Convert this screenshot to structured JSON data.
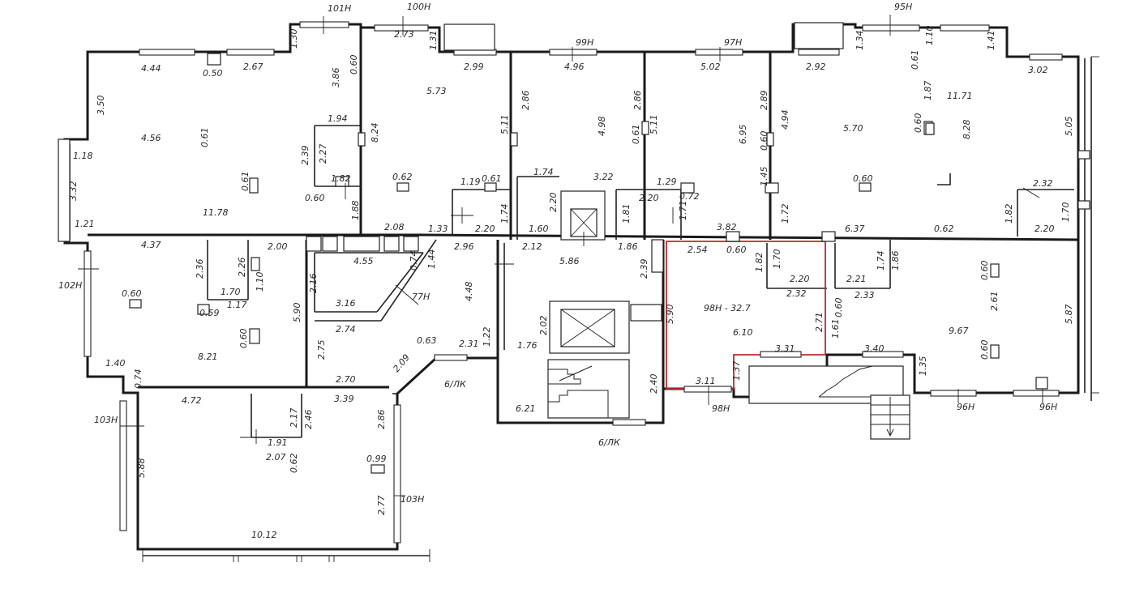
{
  "plan": {
    "highlight_color": "#c8262a",
    "unit_labels": {
      "u101": "101Н",
      "u100": "100Н",
      "u99": "99Н",
      "u97": "97Н",
      "u95": "95Н",
      "u102": "102Н",
      "u77": "77Н",
      "u103a": "103Н",
      "u103b": "103Н",
      "u98": "98Н",
      "u96a": "96Н",
      "u96b": "96Н",
      "lk1": "6/ЛК",
      "lk2": "6/ЛК"
    },
    "highlight_label": "98Н - 32.7",
    "dims": {
      "d001": "4.44",
      "d002": "0.50",
      "d003": "2.67",
      "d004": "1.30",
      "d005": "3.86",
      "d006": "0.60",
      "d007": "3.50",
      "d008": "4.56",
      "d009": "0.61",
      "d010": "1.18",
      "d011": "3.32",
      "d012": "1.21",
      "d013": "1.94",
      "d014": "2.39",
      "d015": "2.27",
      "d016": "1.82",
      "d017": "0.60",
      "d018": "0.61",
      "d019": "11.78",
      "d020": "1.88",
      "d021": "2.73",
      "d022": "1.31",
      "d023": "2.99",
      "d024": "5.73",
      "d025": "8.24",
      "d026": "5.11",
      "d027": "0.62",
      "d028": "1.19",
      "d029": "0.61",
      "d030": "1.74",
      "d031": "2.20",
      "d032": "1.33",
      "d033": "2.08",
      "d034": "4.96",
      "d035": "2.86",
      "d036": "4.98",
      "d037": "2.86",
      "d038": "0.61",
      "d039": "1.74",
      "d040": "3.22",
      "d041": "2.20",
      "d042": "1.60",
      "d043": "5.02",
      "d044": "5.11",
      "d045": "6.95",
      "d046": "2.89",
      "d047": "0.60",
      "d048": "1.45",
      "d049": "1.29",
      "d050": "0.72",
      "d051": "1.81",
      "d052": "2.20",
      "d053": "1.71",
      "d054": "3.82",
      "d055": "2.92",
      "d056": "1.34",
      "d057": "0.61",
      "d058": "1.10",
      "d059": "1.41",
      "d060": "3.02",
      "d061": "1.87",
      "d062": "11.71",
      "d063": "4.94",
      "d064": "5.70",
      "d065": "0.60",
      "d066": "8.28",
      "d067": "5.05",
      "d068": "0.60",
      "d069": "1.72",
      "d070": "2.32",
      "d071": "1.82",
      "d072": "1.70",
      "d073": "6.37",
      "d074": "0.62",
      "d075": "2.20",
      "d076": "4.37",
      "d077": "2.00",
      "d078": "2.36",
      "d079": "2.26",
      "d080": "1.10",
      "d081": "0.60",
      "d082": "1.70",
      "d083": "0.59",
      "d084": "1.17",
      "d085": "5.90",
      "d086": "0.60",
      "d087": "1.40",
      "d088": "8.21",
      "d089": "0.74",
      "d090": "4.55",
      "d091": "0.74",
      "d092": "1.44",
      "d093": "2.16",
      "d094": "3.16",
      "d095": "2.74",
      "d096": "2.75",
      "d097": "2.70",
      "d098": "2.09",
      "d099": "0.63",
      "d100": "2.31",
      "d101": "2.96",
      "d102": "4.48",
      "d103": "1.22",
      "d104": "2.12",
      "d105": "1.86",
      "d106": "5.86",
      "d107": "2.39",
      "d108": "2.02",
      "d109": "1.76",
      "d110": "6.21",
      "d111": "2.40",
      "d112": "2.54",
      "d113": "0.60",
      "d114": "1.82",
      "d115": "1.70",
      "d116": "2.20",
      "d117": "2.32",
      "d118": "5.90",
      "d119": "6.10",
      "d120": "2.71",
      "d121": "3.31",
      "d122": "1.37",
      "d123": "3.11",
      "d124": "0.60",
      "d125": "1.61",
      "d126": "2.21",
      "d127": "2.33",
      "d128": "1.74",
      "d129": "1.86",
      "d130": "0.60",
      "d131": "2.61",
      "d132": "9.67",
      "d133": "3.40",
      "d134": "0.60",
      "d135": "5.87",
      "d136": "1.35",
      "d137": "4.72",
      "d138": "3.39",
      "d139": "2.17",
      "d140": "2.46",
      "d141": "1.91",
      "d142": "2.07",
      "d143": "0.62",
      "d144": "2.86",
      "d145": "0.99",
      "d146": "5.88",
      "d147": "2.77",
      "d148": "10.12"
    }
  }
}
